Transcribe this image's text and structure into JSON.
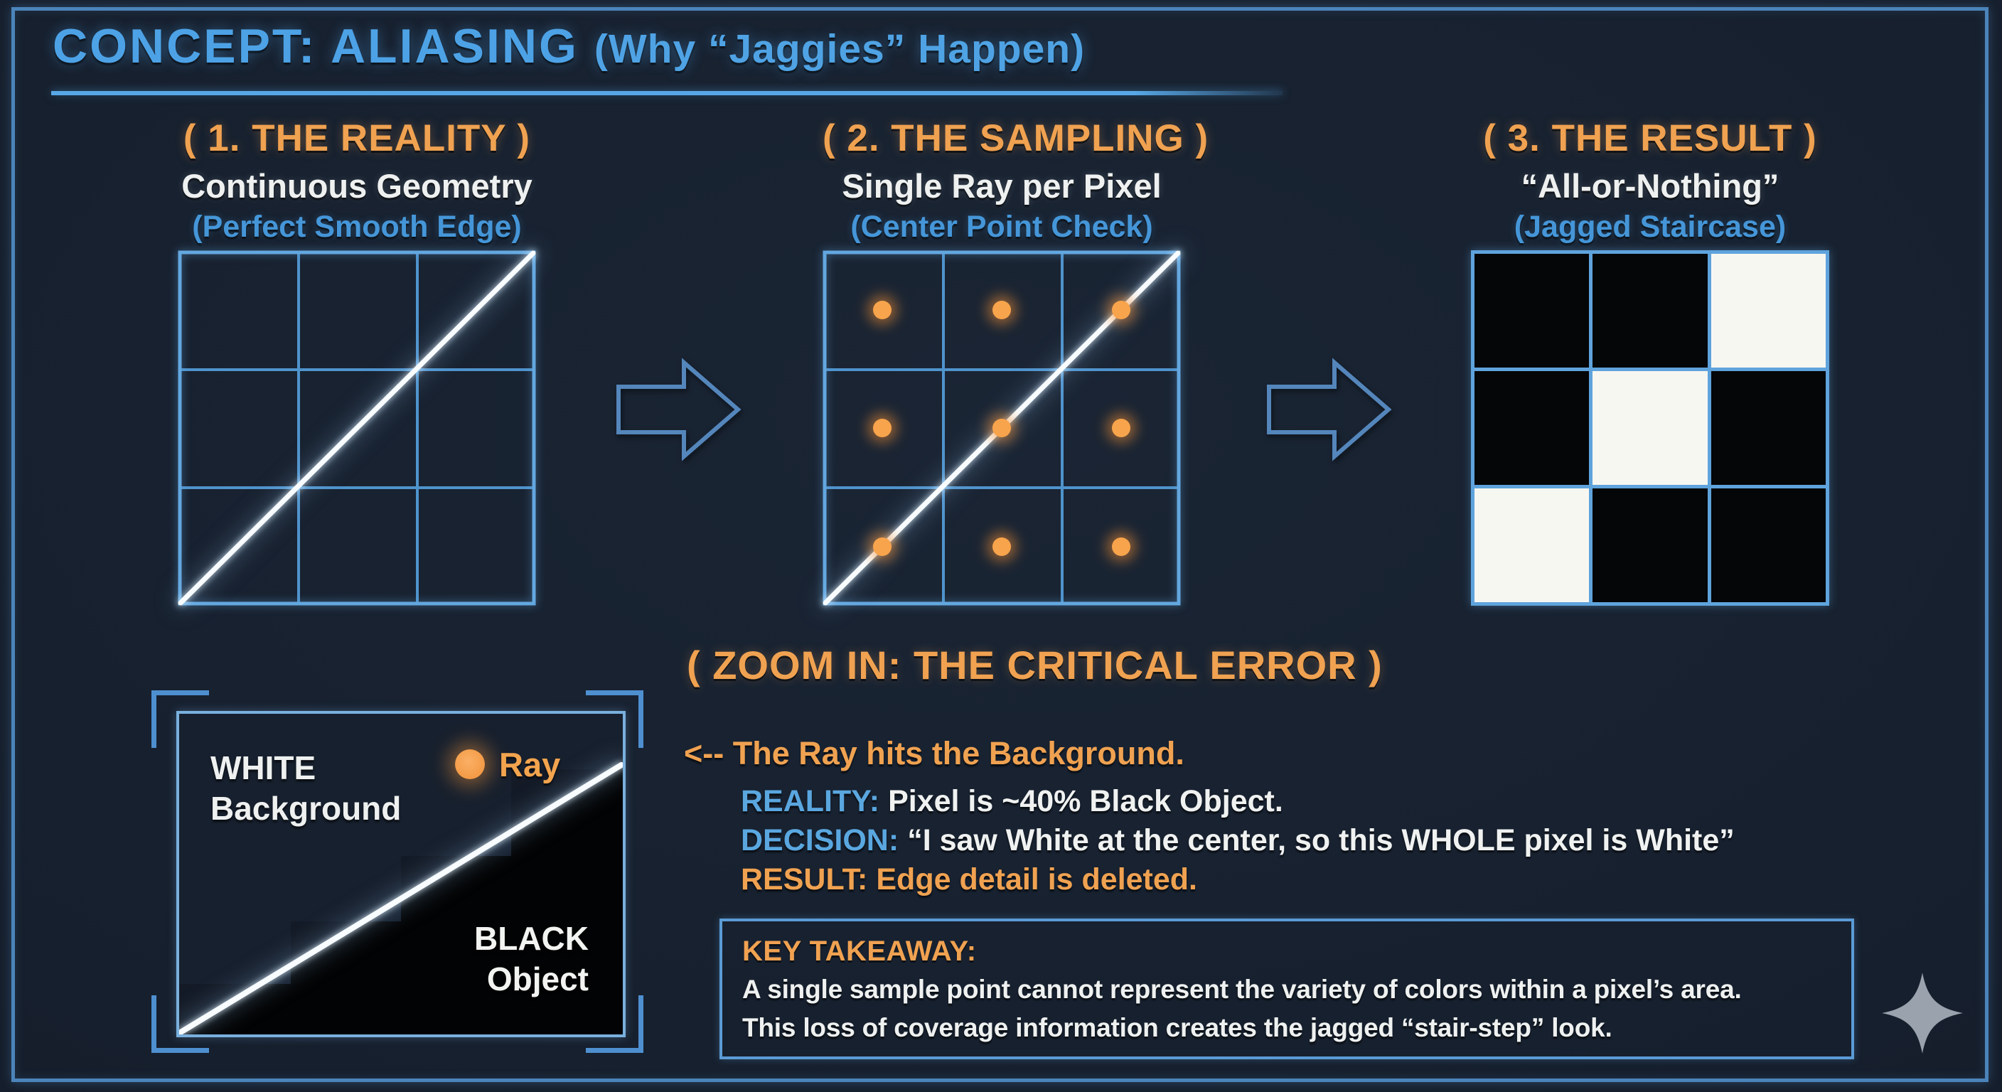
{
  "title": {
    "main": "CONCEPT: ALIASING",
    "sub": "(Why “Jaggies” Happen)"
  },
  "panels": [
    {
      "step_label": "( 1. THE REALITY )",
      "name": "Continuous Geometry",
      "qualifier": "(Perfect Smooth Edge)",
      "visual": "smooth-diagonal-edge"
    },
    {
      "step_label": "( 2. THE SAMPLING )",
      "name": "Single Ray per Pixel",
      "qualifier": "(Center Point Check)",
      "visual": "diagonal-with-center-sample-dots"
    },
    {
      "step_label": "( 3. THE RESULT )",
      "name": "“All-or-Nothing”",
      "qualifier": "(Jagged Staircase)",
      "visual": "black-white-checker"
    }
  ],
  "result_grid": [
    [
      "black",
      "black",
      "white"
    ],
    [
      "black",
      "white",
      "black"
    ],
    [
      "white",
      "black",
      "black"
    ]
  ],
  "zoom_panel": {
    "white_label_line1": "WHITE",
    "white_label_line2": "Background",
    "ray_label": "Ray",
    "black_label_line1": "BLACK",
    "black_label_line2": "Object"
  },
  "critical": {
    "heading": "( ZOOM IN: THE CRITICAL ERROR )",
    "pointer": "<-- The Ray hits the Background.",
    "rows": [
      {
        "label": "REALITY:",
        "text": "Pixel is ~40% Black Object."
      },
      {
        "label": "DECISION:",
        "text": "“I saw White at the center, so this WHOLE pixel is White”"
      },
      {
        "label": "RESULT:",
        "text": "Edge detail is deleted."
      }
    ]
  },
  "takeaway": {
    "heading": "KEY TAKEAWAY:",
    "line1": "A single sample point cannot represent the variety of colors within a pixel’s area.",
    "line2": "This loss of coverage information creates the jagged “stair-step” look."
  },
  "colors": {
    "background": "#161f2d",
    "frame_blue": "#4b84ba",
    "title_blue": "#4da2e6",
    "accent_orange": "#f0a251",
    "subtitle_blue": "#4596d8",
    "text_white": "#eef1f0",
    "grid_blue": "#5fa3dc",
    "sample_dot_orange": "#f49d43",
    "label_blue": "#5aa7e0",
    "cell_black": "#050608",
    "cell_white": "#f7f7f2",
    "sparkle_gray": "#99a2ad"
  },
  "icons": {
    "flow_arrow": "right-arrow-outline-icon",
    "sparkle": "four-point-star-icon",
    "ray_dot": "sample-point-dot-icon"
  }
}
